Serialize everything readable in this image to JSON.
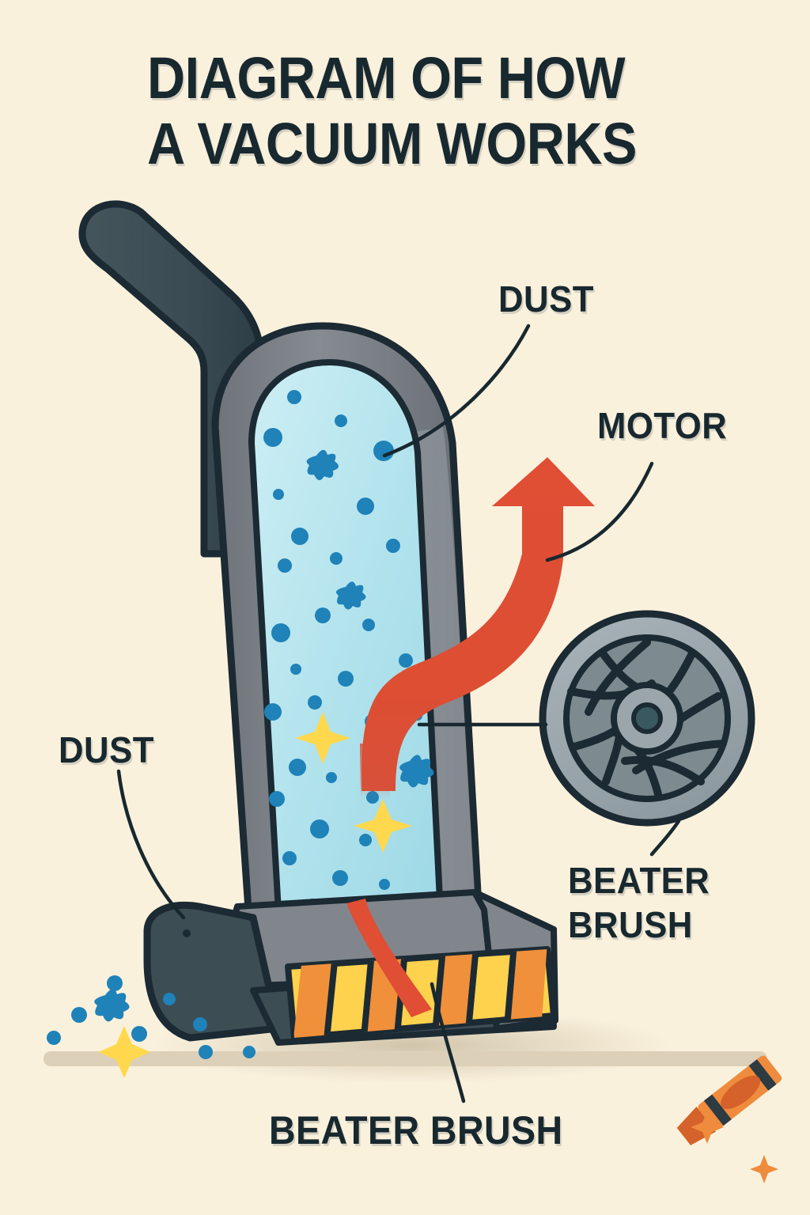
{
  "poster": {
    "title_line1": "DIAGRAM OF HOW",
    "title_line2": "A VACUUM WORKS",
    "background_color": "#faf1dd",
    "ink_color": "#18282f"
  },
  "labels": {
    "dust_top": "DUST",
    "motor": "MOTOR",
    "dust_left": "DUST",
    "beater_brush_right_line1": "BEATER",
    "beater_brush_right_line2": "BRUSH",
    "beater_brush_bottom": "BEATER BRUSH"
  },
  "diagram": {
    "type": "labeled-illustration",
    "subject": "upright vacuum cleaner cutaway",
    "parts": [
      {
        "name": "handle",
        "color": "#3d4d54",
        "outline": "#1b2a33"
      },
      {
        "name": "body-shell",
        "color": "#7d8288",
        "outline": "#1b2a33"
      },
      {
        "name": "dust-chamber",
        "color": "#b3e3ec",
        "outline": "#1b2a33"
      },
      {
        "name": "dust-specks",
        "color": "#1f82b8"
      },
      {
        "name": "sparkle-stars",
        "color": "#ffd84d"
      },
      {
        "name": "airflow-arrow",
        "color": "#e04e34"
      },
      {
        "name": "motor-fan-housing",
        "color": "#9aa6ac",
        "outline": "#1b2a33"
      },
      {
        "name": "motor-fan-blades",
        "color": "#7d8a90"
      },
      {
        "name": "beater-brush-roller-light",
        "color": "#ffd24d"
      },
      {
        "name": "beater-brush-roller-dark",
        "color": "#f0903a"
      },
      {
        "name": "base-housing",
        "color": "#3d4d54"
      },
      {
        "name": "floor-line",
        "color": "#dcd0b8"
      }
    ],
    "leader_lines": [
      {
        "from": "dust_top",
        "to": "dust-chamber"
      },
      {
        "from": "motor",
        "to": "airflow-arrow"
      },
      {
        "from": "dust_left",
        "to": "floor-dust"
      },
      {
        "from": "beater_brush_right",
        "to": "motor-fan"
      },
      {
        "from": "beater_brush_bottom",
        "to": "beater-brush-roller"
      }
    ]
  },
  "watermark": {
    "icon": "crayon-icon",
    "body_color": "#ef8b3c",
    "tip_color": "#d4622a",
    "band_color": "#2d3b42",
    "sparkle_color": "#ef8b3c"
  }
}
